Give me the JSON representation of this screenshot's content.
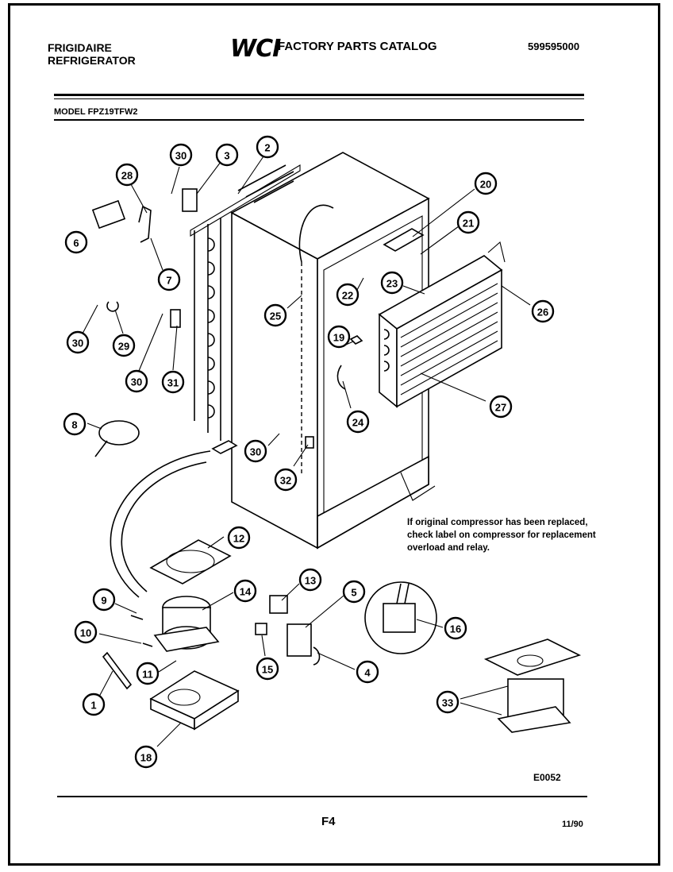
{
  "header": {
    "brand_line1": "FRIGIDAIRE",
    "brand_line2": "REFRIGERATOR",
    "logo": "WCI",
    "catalog_title": "FACTORY PARTS CATALOG",
    "part_number": "599595000"
  },
  "model": "MODEL FPZ19TFW2",
  "note": "If original compressor has been replaced, check label on compressor for replacement overload and relay.",
  "diagram_code": "E0052",
  "page_label": "F4",
  "date": "11/90",
  "callouts": [
    {
      "label": "30"
    },
    {
      "label": "3"
    },
    {
      "label": "2"
    },
    {
      "label": "28"
    },
    {
      "label": "6"
    },
    {
      "label": "7"
    },
    {
      "label": "20"
    },
    {
      "label": "21"
    },
    {
      "label": "22"
    },
    {
      "label": "23"
    },
    {
      "label": "26"
    },
    {
      "label": "25"
    },
    {
      "label": "30"
    },
    {
      "label": "29"
    },
    {
      "label": "30"
    },
    {
      "label": "31"
    },
    {
      "label": "19"
    },
    {
      "label": "8"
    },
    {
      "label": "24"
    },
    {
      "label": "27"
    },
    {
      "label": "30"
    },
    {
      "label": "32"
    },
    {
      "label": "12"
    },
    {
      "label": "13"
    },
    {
      "label": "5"
    },
    {
      "label": "9"
    },
    {
      "label": "14"
    },
    {
      "label": "16"
    },
    {
      "label": "10"
    },
    {
      "label": "15"
    },
    {
      "label": "4"
    },
    {
      "label": "11"
    },
    {
      "label": "1"
    },
    {
      "label": "33"
    },
    {
      "label": "18"
    }
  ]
}
